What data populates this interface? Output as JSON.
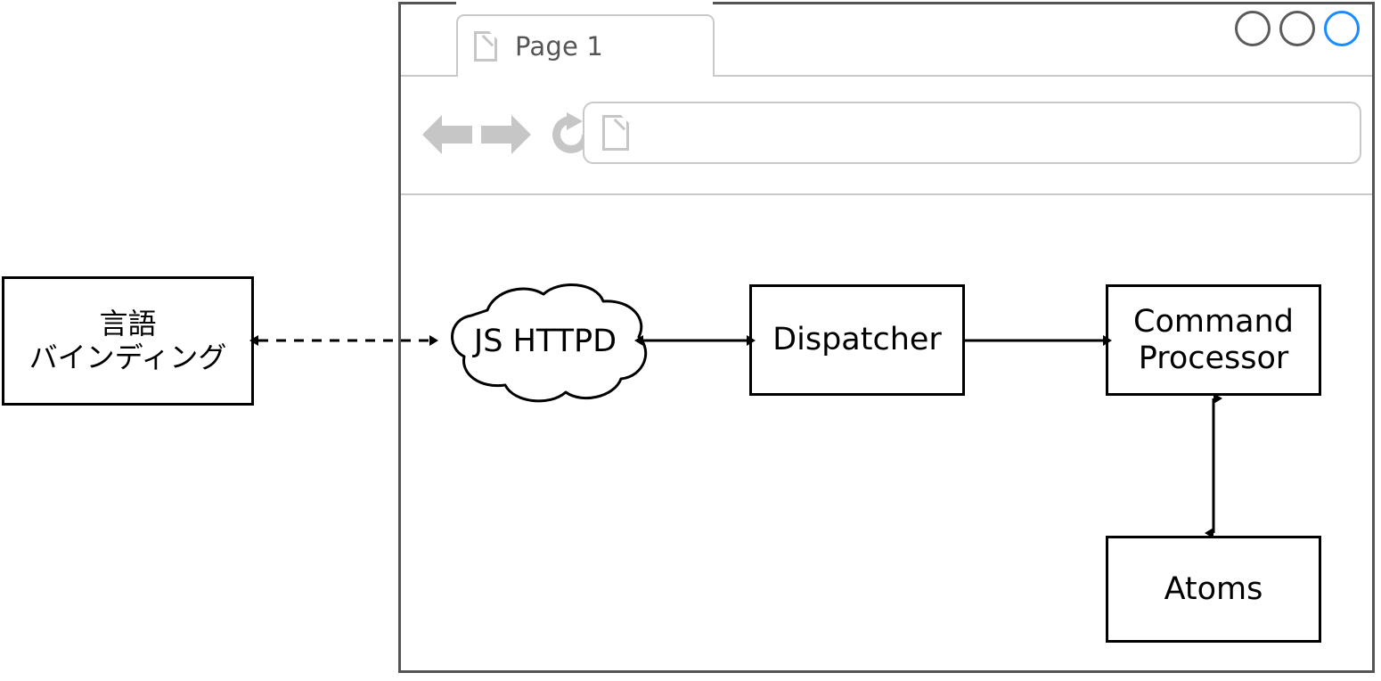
{
  "window": {
    "title_tab": "Page 1",
    "tab_icon": "document-icon",
    "controls": [
      {
        "name": "window-control-1",
        "color": "#5b5b5b"
      },
      {
        "name": "window-control-2",
        "color": "#5b5b5b"
      },
      {
        "name": "window-control-3",
        "color": "#1a8cff"
      }
    ],
    "toolbar": {
      "back_icon": "back-arrow-icon",
      "forward_icon": "forward-arrow-icon",
      "reload_icon": "reload-icon",
      "address_icon": "document-icon",
      "address_value": "",
      "address_placeholder": ""
    }
  },
  "diagram": {
    "type": "flow-diagram",
    "nodes": [
      {
        "id": "lang-binding",
        "label": "言語\nバインディング",
        "shape": "rectangle"
      },
      {
        "id": "js-httpd",
        "label": "JS HTTPD",
        "shape": "cloud"
      },
      {
        "id": "dispatcher",
        "label": "Dispatcher",
        "shape": "rectangle"
      },
      {
        "id": "command-processor",
        "label": "Command\nProcessor",
        "shape": "rectangle"
      },
      {
        "id": "atoms",
        "label": "Atoms",
        "shape": "rectangle"
      }
    ],
    "edges": [
      {
        "from": "lang-binding",
        "to": "js-httpd",
        "style": "dashed",
        "arrows": "both"
      },
      {
        "from": "js-httpd",
        "to": "dispatcher",
        "style": "solid",
        "arrows": "both"
      },
      {
        "from": "dispatcher",
        "to": "command-processor",
        "style": "solid",
        "arrows": "forward"
      },
      {
        "from": "command-processor",
        "to": "atoms",
        "style": "solid",
        "arrows": "both"
      }
    ]
  },
  "colors": {
    "stroke": "#000000",
    "chrome_border": "#555555",
    "chrome_light": "#c9c9c9",
    "icon_gray": "#c6c6c6",
    "accent": "#1a8cff",
    "text_gray": "#555555"
  }
}
